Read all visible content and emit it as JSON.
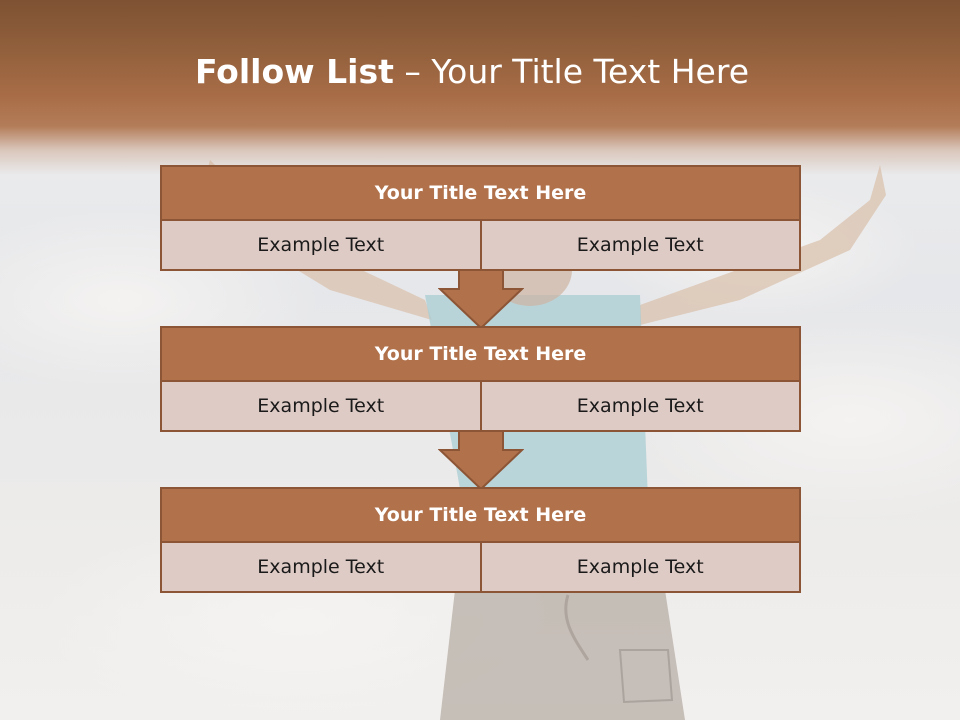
{
  "title": {
    "main": "Follow List",
    "separator": " – ",
    "sub": "Your Title Text Here"
  },
  "steps": [
    {
      "heading": "Your Title Text Here",
      "left": "Example Text",
      "right": "Example Text"
    },
    {
      "heading": "Your Title Text Here",
      "left": "Example Text",
      "right": "Example Text"
    },
    {
      "heading": "Your Title Text Here",
      "left": "Example Text",
      "right": "Example Text"
    }
  ],
  "colors": {
    "header": "#a86d47",
    "box_head": "#b1714b",
    "box_row": "#dfcbc5",
    "border": "#8c5536"
  },
  "icons": {
    "connector": "down-arrow-icon"
  }
}
